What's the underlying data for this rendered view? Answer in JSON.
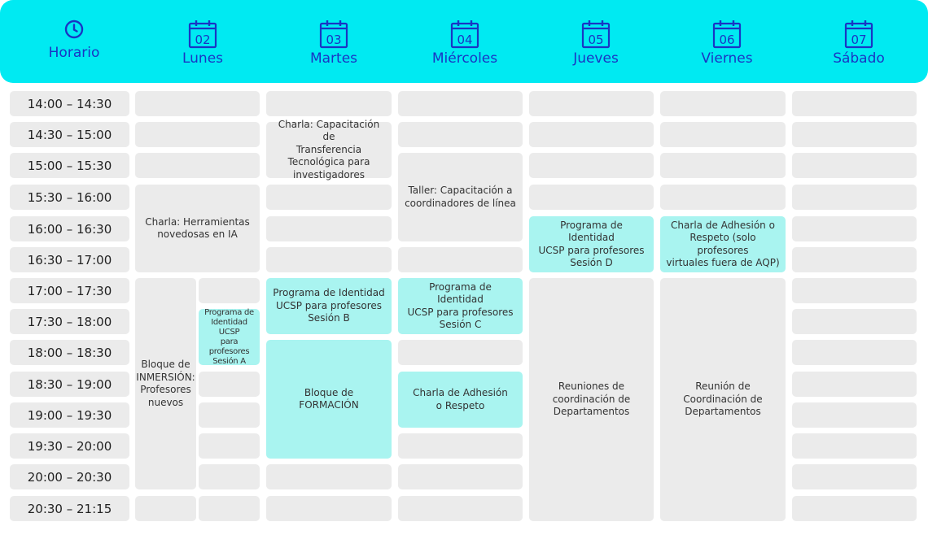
{
  "header": {
    "time_col": {
      "icon": "clock-icon",
      "label": "Horario"
    },
    "days": [
      {
        "number": "02",
        "name": "Lunes"
      },
      {
        "number": "03",
        "name": "Martes"
      },
      {
        "number": "04",
        "name": "Miércoles"
      },
      {
        "number": "05",
        "name": "Jueves"
      },
      {
        "number": "06",
        "name": "Viernes"
      },
      {
        "number": "07",
        "name": "Sábado"
      }
    ]
  },
  "times": [
    "14:00 – 14:30",
    "14:30 – 15:00",
    "15:00 – 15:30",
    "15:30 – 16:00",
    "16:00 – 16:30",
    "16:30 – 17:00",
    "17:00 – 17:30",
    "17:30 – 18:00",
    "18:00 – 18:30",
    "18:30 – 19:00",
    "19:00 – 19:30",
    "19:30 – 20:00",
    "20:00 – 20:30",
    "20:30 – 21:15"
  ],
  "events": {
    "lunes_herramientas": "Charla: Herramientas\nnovedosas en IA",
    "lunes_inmersion": "Bloque de\nINMERSIÓN:\nProfesores\nnuevos",
    "lunes_sesion_a": "Programa de\nIdentidad UCSP\npara profesores\nSesión A",
    "martes_transferencia": "Charla: Capacitación de\nTransferencia\nTecnológica para\ninvestigadores",
    "martes_sesion_b": "Programa de Identidad\nUCSP para profesores\nSesión B",
    "martes_formacion": "Bloque de\nFORMACIÓN",
    "miercoles_taller": "Taller: Capacitación a\ncoordinadores de línea",
    "miercoles_sesion_c": "Programa de Identidad\nUCSP para profesores\nSesión C",
    "miercoles_adhesion": "Charla de Adhesión\no Respeto",
    "jueves_sesion_d": "Programa de Identidad\nUCSP para profesores\nSesión D",
    "jueves_reuniones": "Reuniones de\ncoordinación de\nDepartamentos",
    "viernes_adhesion": "Charla de Adhesión o\nRespeto (solo profesores\nvirtuales fuera de AQP)",
    "viernes_reunion": "Reunión de\nCoordinación de\nDepartamentos"
  },
  "colors": {
    "header_bg": "#00eaf2",
    "header_text": "#1a35c4",
    "cell_bg": "#ebebeb",
    "highlight_bg": "#a9f4f0"
  }
}
